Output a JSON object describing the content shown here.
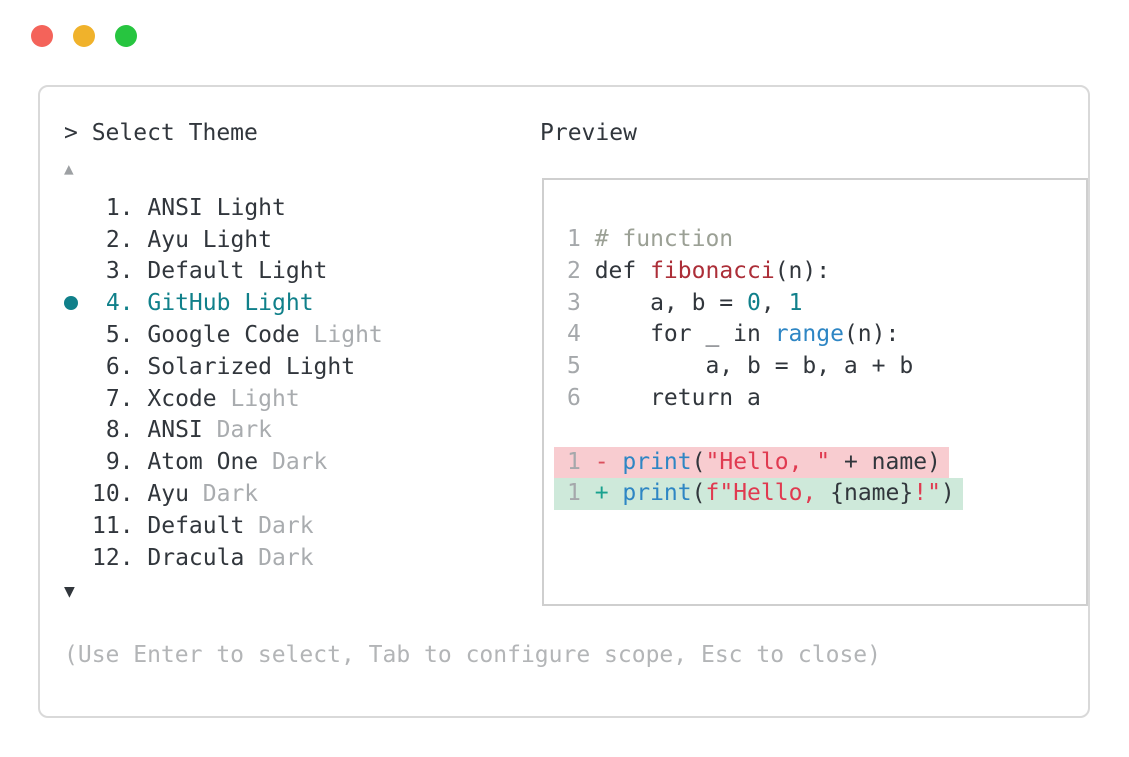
{
  "colors": {
    "text": "#31363c",
    "muted": "#a9acaf",
    "hint": "#b3b5b7",
    "arrow_up": "#9da0a3",
    "teal": "#10808a",
    "teal_literal": "#11808b",
    "plus": "#18a18e",
    "blue": "#2e86c4",
    "func": "#ac2e38",
    "string": "#e03a50",
    "minus": "#da4f5c",
    "comment": "#9ba095",
    "lineno": "#a5a8ab",
    "diff_del_bg": "#f8ccd0",
    "diff_add_bg": "#cee9da",
    "panel_border": "#d9d9d9",
    "preview_border": "#cfcfcf",
    "traffic_red": "#f4635a",
    "traffic_yellow": "#f0b22b",
    "traffic_green": "#27c540"
  },
  "window": {
    "traffic_lights": [
      {
        "name": "close-button",
        "color_key": "traffic_red"
      },
      {
        "name": "minimize-button",
        "color_key": "traffic_yellow"
      },
      {
        "name": "zoom-button",
        "color_key": "traffic_green"
      }
    ]
  },
  "theme_picker": {
    "title": "> Select Theme",
    "scroll_up_glyph": "▲",
    "scroll_down_glyph": "▼",
    "hint": "(Use Enter to select, Tab to configure scope, Esc to close)",
    "items": [
      {
        "number": "1.",
        "name": "ANSI",
        "variant": "Light",
        "variant_muted": false,
        "selected": false
      },
      {
        "number": "2.",
        "name": "Ayu",
        "variant": "Light",
        "variant_muted": false,
        "selected": false
      },
      {
        "number": "3.",
        "name": "Default",
        "variant": "Light",
        "variant_muted": false,
        "selected": false
      },
      {
        "number": "4.",
        "name": "GitHub",
        "variant": "Light",
        "variant_muted": false,
        "selected": true
      },
      {
        "number": "5.",
        "name": "Google Code",
        "variant": "Light",
        "variant_muted": true,
        "selected": false
      },
      {
        "number": "6.",
        "name": "Solarized",
        "variant": "Light",
        "variant_muted": false,
        "selected": false
      },
      {
        "number": "7.",
        "name": "Xcode",
        "variant": "Light",
        "variant_muted": true,
        "selected": false
      },
      {
        "number": "8.",
        "name": "ANSI",
        "variant": "Dark",
        "variant_muted": true,
        "selected": false
      },
      {
        "number": "9.",
        "name": "Atom One",
        "variant": "Dark",
        "variant_muted": true,
        "selected": false
      },
      {
        "number": "10.",
        "name": "Ayu",
        "variant": "Dark",
        "variant_muted": true,
        "selected": false
      },
      {
        "number": "11.",
        "name": "Default",
        "variant": "Dark",
        "variant_muted": true,
        "selected": false
      },
      {
        "number": "12.",
        "name": "Dracula",
        "variant": "Dark",
        "variant_muted": true,
        "selected": false
      }
    ]
  },
  "preview": {
    "title": "Preview",
    "code_lines": [
      {
        "num": "1",
        "diff": null,
        "tokens": [
          [
            "# function",
            "comment"
          ]
        ]
      },
      {
        "num": "2",
        "diff": null,
        "tokens": [
          [
            "def ",
            "text"
          ],
          [
            "fibonacci",
            "func"
          ],
          [
            "(n):",
            "text"
          ]
        ]
      },
      {
        "num": "3",
        "diff": null,
        "tokens": [
          [
            "    a, b = ",
            "text"
          ],
          [
            "0",
            "teal"
          ],
          [
            ", ",
            "text"
          ],
          [
            "1",
            "teal"
          ]
        ]
      },
      {
        "num": "4",
        "diff": null,
        "tokens": [
          [
            "    for _ in ",
            "text"
          ],
          [
            "range",
            "blue"
          ],
          [
            "(n):",
            "text"
          ]
        ]
      },
      {
        "num": "5",
        "diff": null,
        "tokens": [
          [
            "        a, b = b, a + b",
            "text"
          ]
        ]
      },
      {
        "num": "6",
        "diff": null,
        "tokens": [
          [
            "    return a",
            "text"
          ]
        ]
      },
      {
        "num": "",
        "diff": null,
        "tokens": []
      },
      {
        "num": "1",
        "diff": "del",
        "tokens": [
          [
            "- ",
            "minus"
          ],
          [
            "print",
            "blue"
          ],
          [
            "(",
            "text"
          ],
          [
            "\"Hello, \"",
            "string"
          ],
          [
            " + name)",
            "text"
          ]
        ]
      },
      {
        "num": "1",
        "diff": "add",
        "tokens": [
          [
            "+ ",
            "plus"
          ],
          [
            "print",
            "blue"
          ],
          [
            "(",
            "text"
          ],
          [
            "f\"Hello, ",
            "string"
          ],
          [
            "{name}",
            "text"
          ],
          [
            "!\"",
            "string"
          ],
          [
            ")",
            "text"
          ]
        ]
      }
    ]
  }
}
